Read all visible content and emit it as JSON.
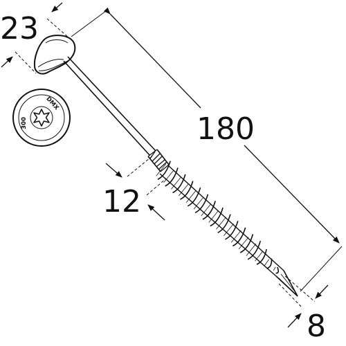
{
  "dimensions": {
    "head_diameter": "23",
    "total_length": "180",
    "thread_length": "12",
    "shank_diameter": "8"
  },
  "head_stamp": {
    "brand": "DMX",
    "size_code": "300"
  },
  "colors": {
    "line": "#111111",
    "background": "#ffffff"
  }
}
